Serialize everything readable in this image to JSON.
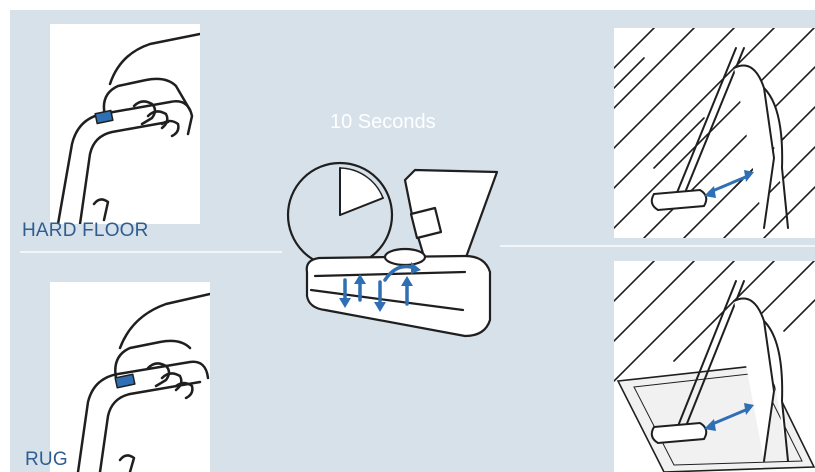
{
  "labels": {
    "hard_floor": "HARD FLOOR",
    "rug": "RUG",
    "timer": "10 Seconds"
  },
  "colors": {
    "background": "#d6e1ea",
    "label_blue": "#2f5d91",
    "accent_blue": "#2f6fb3",
    "line": "#1f1f1f"
  },
  "icons": {
    "hand_on_handle_hard_floor": "hand-pressing-handle-button-icon",
    "hand_on_handle_rug": "hand-pressing-handle-button-icon",
    "timer": "stopwatch-icon",
    "cleaner_head": "floor-cleaner-head-icon",
    "hard_floor_scene": "person-cleaning-wood-floor-icon",
    "rug_scene": "person-cleaning-rug-icon"
  }
}
